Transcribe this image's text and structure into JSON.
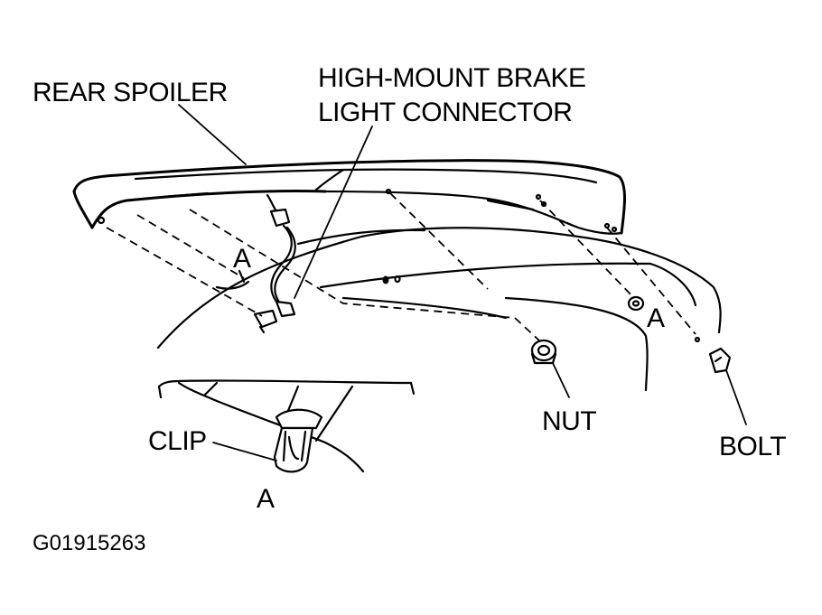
{
  "labels": {
    "rear_spoiler": "REAR SPOILER",
    "brake_light_line1": "HIGH-MOUNT BRAKE",
    "brake_light_line2": "LIGHT CONNECTOR",
    "clip": "CLIP",
    "nut": "NUT",
    "bolt": "BOLT",
    "point_a_left": "A",
    "point_a_right": "A",
    "point_a_detail": "A"
  },
  "figure_id": "G01915263",
  "colors": {
    "ink": "#000000",
    "paper": "#ffffff"
  }
}
